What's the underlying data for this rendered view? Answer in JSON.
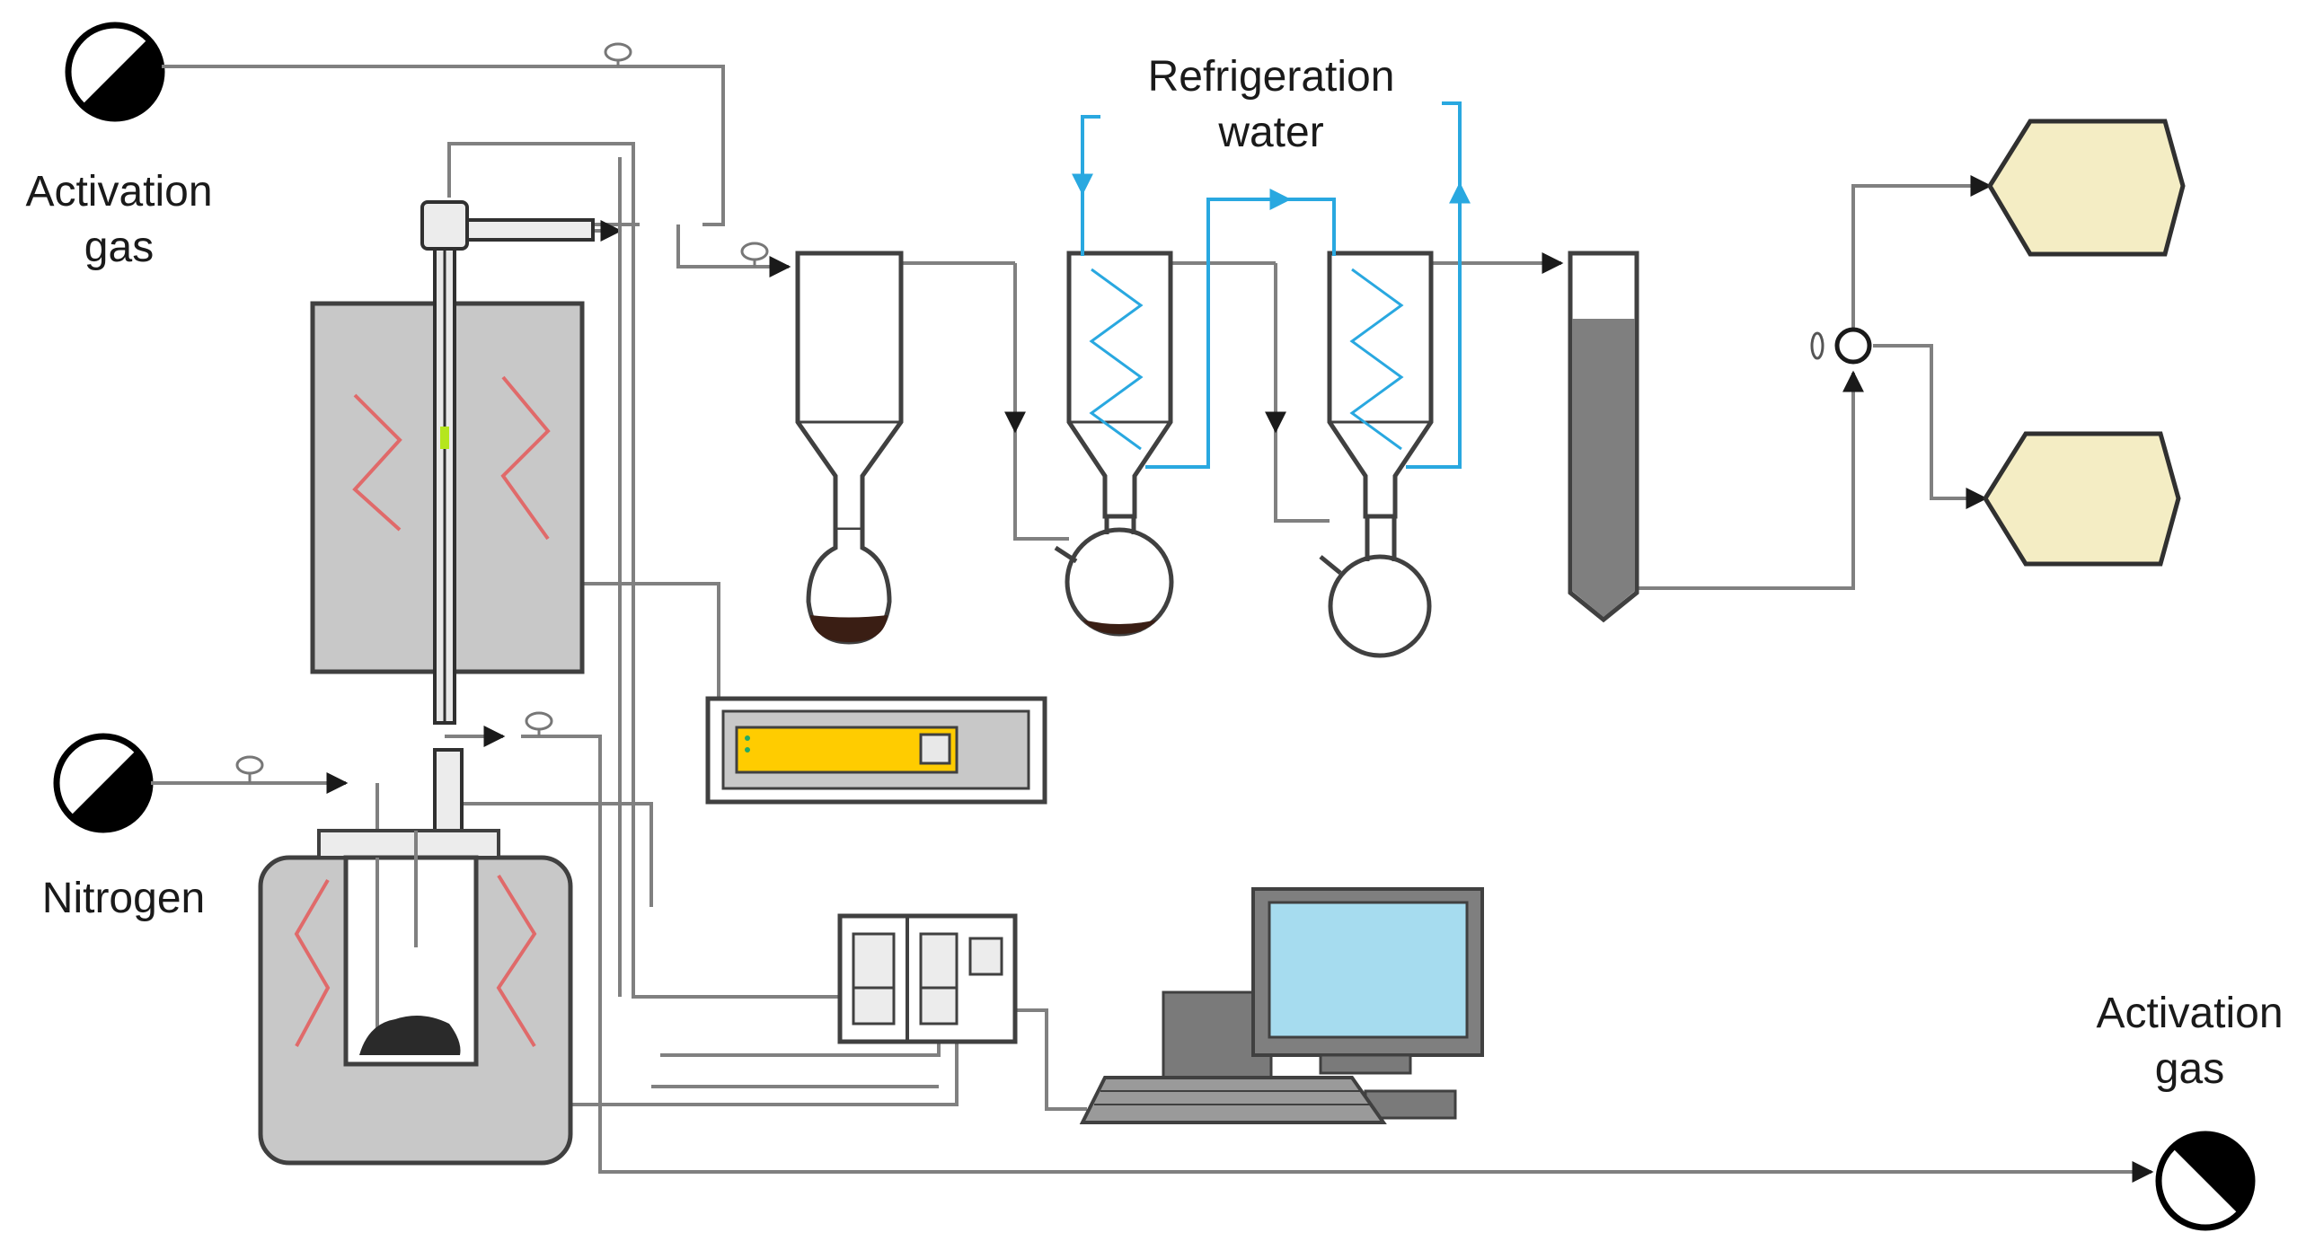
{
  "labels": {
    "activation_gas_top_line1": "Activation",
    "activation_gas_top_line2": "gas",
    "nitrogen": "Nitrogen",
    "refrigeration_line1": "Refrigeration",
    "refrigeration_line2": "water",
    "activation_gas_bottom_line1": "Activation",
    "activation_gas_bottom_line2": "gas"
  },
  "colors": {
    "line": "#808080",
    "coolant": "#29a8e0",
    "furnace_gray": "#c8c8c8",
    "heater_red": "#e06a6a",
    "gas_bag": "#f4edc4",
    "controller_yellow": "#ffcc00",
    "monitor_screen": "#a6dcef",
    "liquid_brown": "#3a1e14",
    "column_fill": "#7f7f7f"
  },
  "icons": {
    "gas_cylinder": "half-black-circle-icon",
    "valve": "needle-valve-icon",
    "arrow": "flow-arrow-icon"
  }
}
